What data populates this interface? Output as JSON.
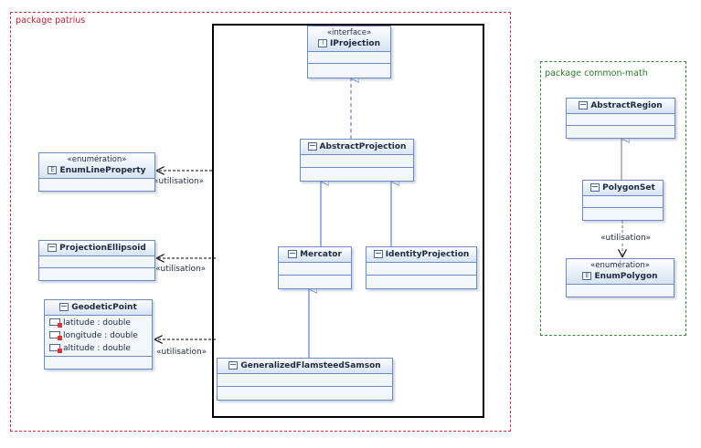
{
  "packages": {
    "patrius": "package patrius",
    "common_math": "package common-math"
  },
  "classes": {
    "iprojection": {
      "stereotype": "«interface»",
      "name": "IProjection"
    },
    "abstract_projection": {
      "name": "AbstractProjection"
    },
    "mercator": {
      "name": "Mercator"
    },
    "identity_projection": {
      "name": "IdentityProjection"
    },
    "generalized": {
      "name": "GeneralizedFlamsteedSamson"
    },
    "enum_line_property": {
      "stereotype": "«enumération»",
      "name": "EnumLineProperty"
    },
    "projection_ellipsoid": {
      "name": "ProjectionEllipsoid"
    },
    "geodetic_point": {
      "name": "GeodeticPoint",
      "attributes": [
        "latitude : double",
        "longitude : double",
        "altitude : double"
      ]
    },
    "abstract_region": {
      "name": "AbstractRegion"
    },
    "polygon_set": {
      "name": "PolygonSet"
    },
    "enum_polygon": {
      "stereotype": "«enumération»",
      "name": "EnumPolygon"
    }
  },
  "relations": {
    "usage_label": "«utilisation»"
  }
}
